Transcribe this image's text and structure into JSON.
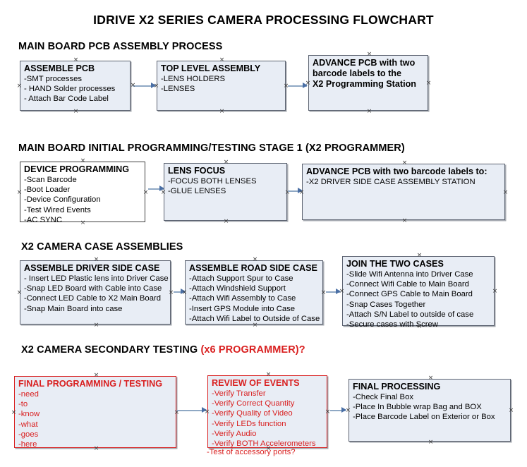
{
  "document": {
    "title": "IDRIVE X2  SERIES CAMERA PROCESSING FLOWCHART"
  },
  "sections": [
    {
      "id": "main-board-pcb-assembly",
      "heading": "MAIN BOARD PCB ASSEMBLY PROCESS",
      "heading_accent": "",
      "boxes": [
        {
          "title": "ASSEMBLE PCB",
          "lines": [
            "-SMT processes",
            "- HAND Solder processes",
            "- Attach Bar Code Label"
          ]
        },
        {
          "title": "TOP LEVEL ASSEMBLY",
          "lines": [
            "-LENS HOLDERS",
            "-LENSES"
          ]
        },
        {
          "title": "ADVANCE PCB with two",
          "lines": [
            "barcode labels to the",
            " X2 Programming Station"
          ]
        }
      ]
    },
    {
      "id": "main-board-initial-programming",
      "heading": "MAIN BOARD INITIAL PROGRAMMING/TESTING STAGE 1 (X2 PROGRAMMER)",
      "heading_accent": "",
      "boxes": [
        {
          "title": "DEVICE PROGRAMMING",
          "lines": [
            "-Scan Barcode",
            "-Boot Loader",
            "-Device Configuration",
            "-Test Wired Events",
            "-AC SYNC"
          ]
        },
        {
          "title": "LENS FOCUS",
          "lines": [
            "-FOCUS BOTH LENSES",
            "-GLUE LENSES"
          ]
        },
        {
          "title": "ADVANCE PCB with two barcode labels to:",
          "lines": [
            "-X2 DRIVER  SIDE  CASE  ASSEMBLY STATION"
          ]
        }
      ]
    },
    {
      "id": "x2-camera-case-assemblies",
      "heading": "X2 CAMERA CASE ASSEMBLIES",
      "heading_accent": "",
      "boxes": [
        {
          "title": "ASSEMBLE DRIVER SIDE CASE",
          "lines": [
            "- Insert LED Plastic lens into Driver Case",
            "-Snap LED Board with Cable into Case",
            "-Connect LED Cable to X2 Main Board",
            "-Snap Main Board into case"
          ]
        },
        {
          "title": "ASSEMBLE ROAD SIDE CASE",
          "lines": [
            "-Attach Support Spur to Case",
            "-Attach Windshield Support",
            "-Attach Wifi Assembly to Case",
            "-Insert GPS Module into Case",
            "-Attach Wifi Label to Outside of Case"
          ]
        },
        {
          "title": "JOIN THE TWO CASES",
          "lines": [
            "-Slide Wifi Antenna into Driver Case",
            "-Connect Wifi Cable to Main Board",
            "-Connect GPS Cable to Main Board",
            "-Snap Cases Together",
            "-Attach S/N Label to outside of case",
            "-Secure cases with Screw"
          ]
        }
      ]
    },
    {
      "id": "x2-camera-secondary-testing",
      "heading": "X2 CAMERA SECONDARY TESTING ",
      "heading_accent": "(x6 PROGRAMMER)?",
      "boxes": [
        {
          "title": "FINAL PROGRAMMING / TESTING",
          "lines": [
            "-need",
            "-to",
            "-know",
            "-what",
            "-goes",
            "-here"
          ]
        },
        {
          "title": "REVIEW OF EVENTS",
          "lines": [
            "-Verify Transfer",
            "-Verify Correct Quantity",
            "-Verify Quality of Video",
            "-Verify LEDs function",
            "-Verify Audio",
            "-Verify BOTH Accelerometers",
            "-Test of accessory ports?"
          ]
        },
        {
          "title": "FINAL PROCESSING",
          "lines": [
            " -Check Final Box",
            "-Place In Bubble wrap Bag and BOX",
            "-Place Barcode Label on Exterior or Box"
          ]
        }
      ]
    }
  ],
  "colors": {
    "box_fill": "#e8edf5",
    "box_border": "#5b6270",
    "accent_red": "#d91f1f",
    "connector": "#8fa8c4",
    "arrow": "#4a6fa5",
    "text": "#000000"
  }
}
